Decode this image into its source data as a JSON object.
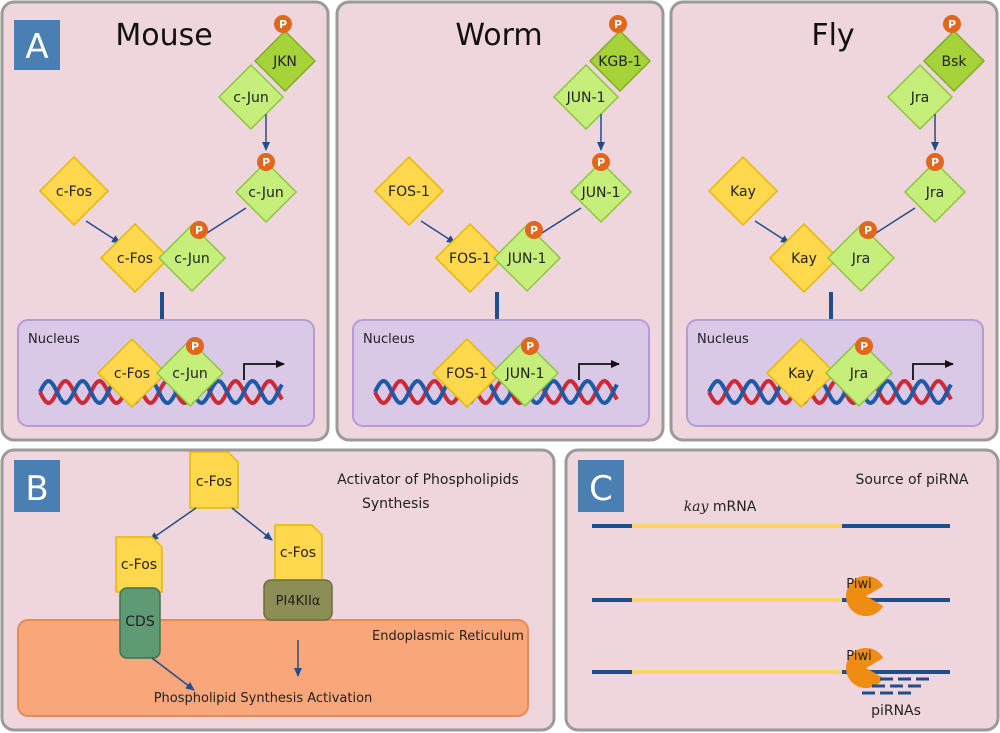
{
  "panels": {
    "a": {
      "letter": "A",
      "columns": [
        {
          "title": "Mouse",
          "kinase": "JKN",
          "jun": "c-Jun",
          "fos": "c-Fos",
          "nucleus": "Nucleus"
        },
        {
          "title": "Worm",
          "kinase": "KGB-1",
          "jun": "JUN-1",
          "fos": "FOS-1",
          "nucleus": "Nucleus"
        },
        {
          "title": "Fly",
          "kinase": "Bsk",
          "jun": "Jra",
          "fos": "Kay",
          "nucleus": "Nucleus"
        }
      ],
      "phospho": "P"
    },
    "b": {
      "letter": "B",
      "title_line1": "Activator of Phospholipids",
      "title_line2": "Synthesis",
      "cfos": "c-Fos",
      "cds": "CDS",
      "pi4k": "PI4KIIα",
      "er": "Endoplasmic Reticulum",
      "activation": "Phospholipid Synthesis Activation"
    },
    "c": {
      "letter": "C",
      "title": "Source of piRNA",
      "mrna_italic": "kay",
      "mrna_rest": " mRNA",
      "piwi": "Piwi",
      "pirnas": "piRNAs"
    }
  },
  "colors": {
    "panel_bg": "#efd6dc",
    "panel_border": "#9a9a9a",
    "jun_green": "#c6ee7a",
    "jun_stroke": "#8cc63f",
    "kinase_green": "#a6d23a",
    "fos_yellow": "#ffd84e",
    "fos_stroke": "#e6b800",
    "phospho_orange": "#e2661c",
    "arrow_blue": "#1f4e8c",
    "nucleus_fill": "#d9c8e6",
    "nucleus_stroke": "#b79bd6",
    "dna_red": "#cc2a36",
    "dna_blue": "#1f5aa6",
    "er_fill": "#f9a77a",
    "cds_fill": "#5e9b74",
    "pi4k_fill": "#8c8e55",
    "letter_bg": "#4a7fb3",
    "mrna_blue": "#1e4f8a",
    "mrna_yellow": "#ffd36b",
    "piwi_orange": "#ef8c12"
  }
}
